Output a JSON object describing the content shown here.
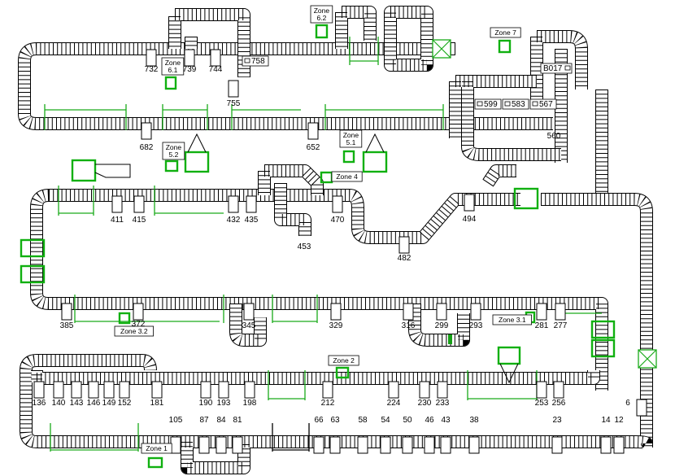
{
  "stations": {
    "732": "732",
    "739": "739",
    "744": "744",
    "758": "758",
    "755": "755",
    "682": "682",
    "652": "652",
    "560": "560",
    "B017": "B017",
    "599": "599",
    "583": "583",
    "567": "567",
    "411": "411",
    "415": "415",
    "432": "432",
    "435": "435",
    "453": "453",
    "470": "470",
    "482": "482",
    "494": "494",
    "385": "385",
    "372": "372",
    "345": "345",
    "329": "329",
    "316": "316",
    "299": "299",
    "293": "293",
    "281": "281",
    "277": "277",
    "136": "136",
    "140": "140",
    "143": "143",
    "146": "146",
    "149": "149",
    "152": "152",
    "181": "181",
    "190": "190",
    "193": "193",
    "198": "198",
    "212": "212",
    "224": "224",
    "230": "230",
    "233": "233",
    "253": "253",
    "256": "256",
    "6": "6",
    "105": "105",
    "87": "87",
    "84": "84",
    "81": "81",
    "66": "66",
    "63": "63",
    "58": "58",
    "54": "54",
    "50": "50",
    "46": "46",
    "43": "43",
    "38": "38",
    "23": "23",
    "14": "14",
    "12": "12"
  },
  "zones": {
    "z62": "Zone\n6.2",
    "z61": "Zone\n6.1",
    "z7": "Zone 7",
    "z52": "Zone\n5.2",
    "z51": "Zone\n5.1",
    "z4": "Zone 4",
    "z32": "Zone 3.2",
    "z31": "Zone 3.1",
    "z2": "Zone 2",
    "z1": "Zone 1"
  }
}
